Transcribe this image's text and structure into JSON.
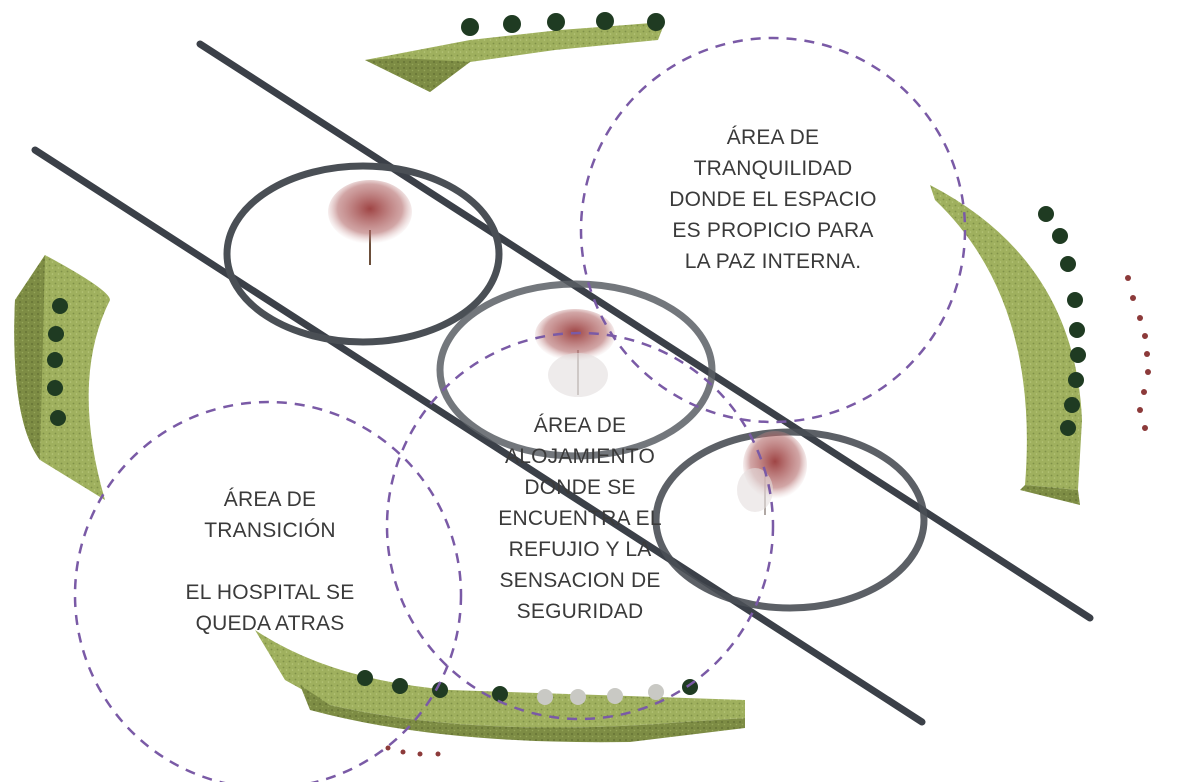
{
  "zones": {
    "tranquilidad": {
      "lines": [
        "ÁREA DE",
        "TRANQUILIDAD",
        "DONDE EL ESPACIO",
        "ES PROPICIO PARA",
        "LA PAZ INTERNA."
      ]
    },
    "alojamiento": {
      "lines": [
        "ÁREA DE",
        "ALOJAMIENTO",
        "DONDE SE",
        "ENCUENTRA EL",
        "REFUJIO Y LA",
        "SENSACION DE",
        "SEGURIDAD"
      ]
    },
    "transicion": {
      "lines_top": [
        "ÁREA DE",
        "TRANSICIÓN"
      ],
      "lines_bottom": [
        "EL HOSPITAL SE",
        "QUEDA ATRAS"
      ]
    }
  },
  "colors": {
    "zone_outline": "#7a5aa6",
    "path_line": "#3b4048",
    "ring": "#4a4f55",
    "grass": "#9aab5a",
    "grass_dark": "#6f7d3c",
    "shrub": "#1f3b22",
    "tree": "#8c3a3a"
  }
}
